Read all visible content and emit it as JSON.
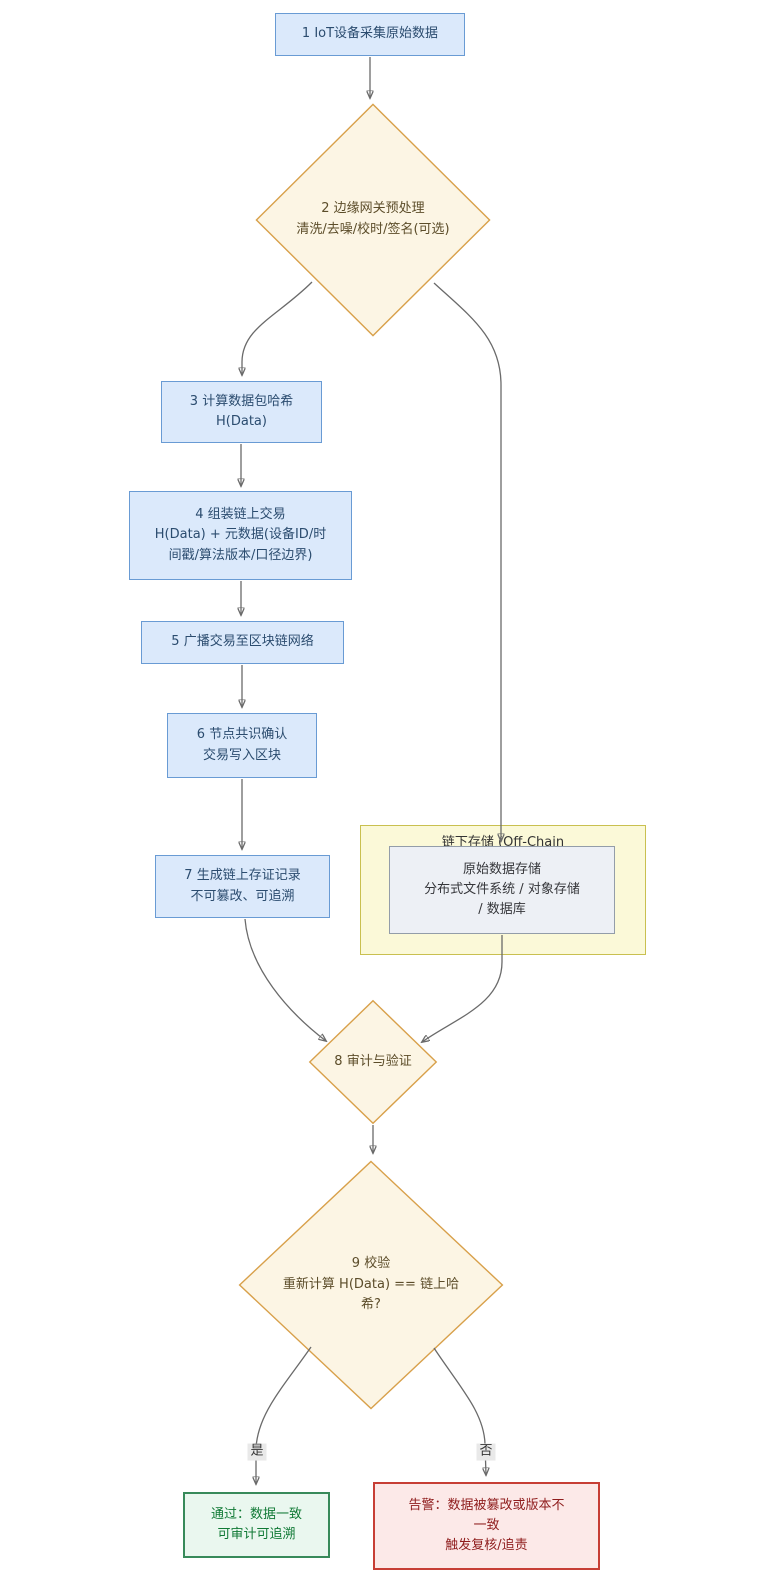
{
  "nodes": {
    "n1": {
      "label": "1 IoT设备采集原始数据"
    },
    "n2": {
      "label": "2 边缘网关预处理\n清洗/去噪/校时/签名(可选)"
    },
    "n3": {
      "label": "3 计算数据包哈希\nH(Data)"
    },
    "n4": {
      "label": "4  组装链上交易\nH(Data) + 元数据(设备ID/时\n间戳/算法版本/口径边界)"
    },
    "n5": {
      "label": "5 广播交易至区块链网络"
    },
    "n6": {
      "label": "6 节点共识确认\n交易写入区块"
    },
    "n7": {
      "label": "7 生成链上存证记录\n不可篡改、可追溯"
    },
    "storage": {
      "label": "原始数据存储\n分布式文件系统 / 对象存储\n/ 数据库"
    },
    "n8": {
      "label": "8 审计与验证"
    },
    "n9": {
      "label": "9  校验\n重新计算 H(Data) == 链上哈\n希?"
    },
    "pass": {
      "label": "通过：数据一致\n可审计可追溯"
    },
    "alarm": {
      "label": "告警：数据被篡改或版本不\n一致\n触发复核/追责"
    }
  },
  "subgraph": {
    "title": "链下存储 (Off-Chain"
  },
  "edge_labels": {
    "yes": "是",
    "no": "否"
  },
  "colors": {
    "process_fill": "#dbe9fb",
    "process_border": "#699bd4",
    "process_text": "#2b4c6f",
    "decision_fill": "#fcf5e4",
    "decision_border": "#d8a04a",
    "decision_text": "#5c4d2a",
    "subgraph_fill": "#fbf9d8",
    "subgraph_border": "#c9c050",
    "storage_fill": "#edf0f5",
    "storage_border": "#939da9",
    "success_fill": "#eaf7ef",
    "success_border": "#388a5a",
    "success_text": "#107935",
    "alert_fill": "#fce9e8",
    "alert_border": "#c73e35",
    "alert_text": "#8f1d1d",
    "edge_line": "#6a6a6a",
    "edge_label_bg": "#e9e9e9"
  }
}
